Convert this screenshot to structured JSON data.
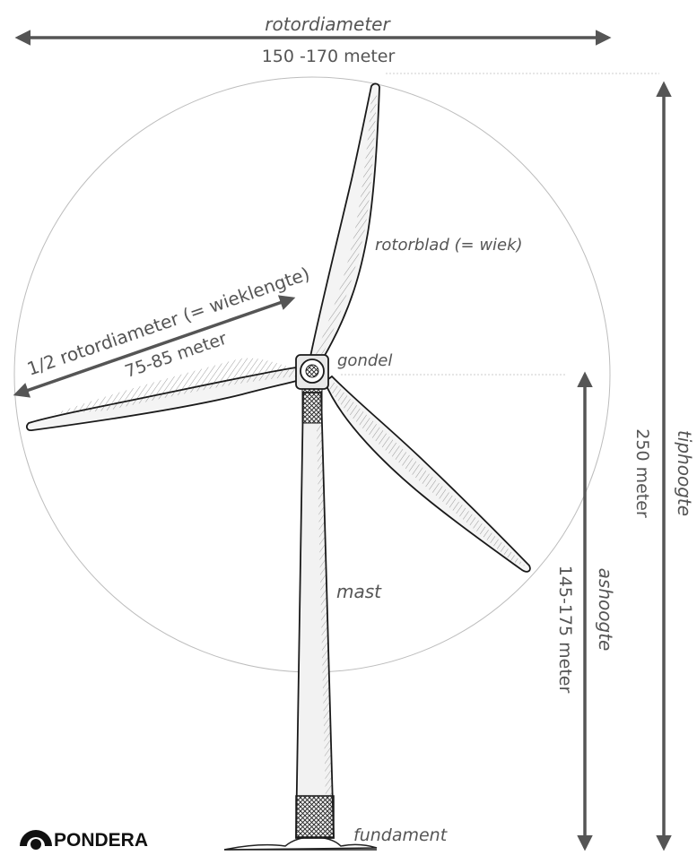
{
  "colors": {
    "arrow": "#555555",
    "ink": "#1a1a1a",
    "circle": "#bdbdbd"
  },
  "labels": {
    "rotordiameter_title": "rotordiameter",
    "rotordiameter_value": "150 -170 meter",
    "half_rotor_title": "1/2 rotordiameter (= wieklengte)",
    "half_rotor_value": "75-85 meter",
    "rotorblad": "rotorblad (= wiek)",
    "gondel": "gondel",
    "mast": "mast",
    "fundament": "fundament",
    "tiphoogte_title": "tiphoogte",
    "tiphoogte_value": "250  meter",
    "ashoogte_title": "ashoogte",
    "ashoogte_value": "145-175  meter"
  },
  "logo": {
    "text": "PONDERA",
    "icon": "pondera-logo-icon"
  }
}
